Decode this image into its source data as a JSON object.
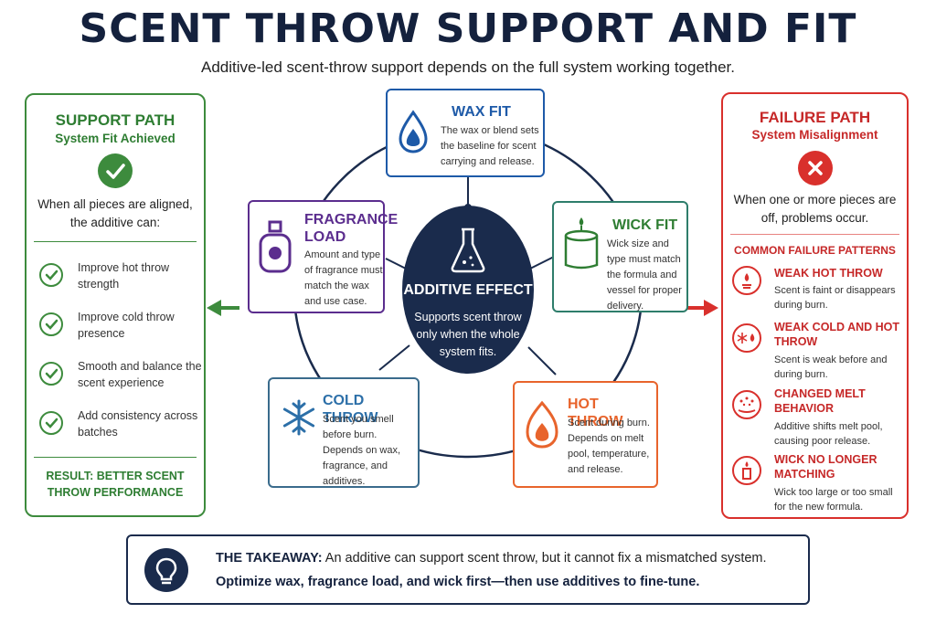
{
  "title": "SCENT THROW SUPPORT AND FIT",
  "subtitle": "Additive-led scent-throw support depends on the full system working together.",
  "colors": {
    "navy": "#1a2b4c",
    "green": "#3d8b3d",
    "red": "#d9302c",
    "blue": "#1e5aa8",
    "purple": "#5b2d8e",
    "teal": "#2e7d6b",
    "orange": "#e8642c"
  },
  "support": {
    "title": "SUPPORT PATH",
    "subtitle": "System Fit Achieved",
    "icon": "check-circle-icon",
    "intro": "When all pieces are aligned, the additive can:",
    "items": [
      "Improve hot throw strength",
      "Improve cold throw presence",
      "Smooth and balance the scent experience",
      "Add consistency across batches"
    ],
    "result": "RESULT: BETTER SCENT THROW PERFORMANCE"
  },
  "failure": {
    "title": "FAILURE PATH",
    "subtitle": "System Misalignment",
    "icon": "x-circle-icon",
    "intro": "When one or more pieces are off, problems occur.",
    "patterns_title": "COMMON FAILURE PATTERNS",
    "patterns": [
      {
        "title": "WEAK HOT THROW",
        "text": "Scent is faint or disappears during burn.",
        "icon": "flame-candle-icon"
      },
      {
        "title": "WEAK COLD AND HOT THROW",
        "text": "Scent is weak before and during burn.",
        "icon": "snowflake-drop-icon"
      },
      {
        "title": "CHANGED MELT BEHAVIOR",
        "text": "Additive shifts melt pool, causing poor release.",
        "icon": "melt-pool-icon"
      },
      {
        "title": "WICK NO LONGER MATCHING",
        "text": "Wick too large or too small for the new formula.",
        "icon": "candle-wick-icon"
      }
    ]
  },
  "components": {
    "wax": {
      "title": "WAX FIT",
      "text": "The wax or blend sets the baseline for scent carrying and release.",
      "icon": "wax-drop-icon"
    },
    "fragrance": {
      "title": "FRAGRANCE LOAD",
      "text": "Amount and type of fragrance must match the wax and use case.",
      "icon": "perfume-bottle-icon"
    },
    "wick": {
      "title": "WICK FIT",
      "text": "Wick size and type must match the formula and vessel for proper delivery.",
      "icon": "candle-jar-icon"
    },
    "cold": {
      "title": "COLD THROW",
      "text": "Scent you smell before burn. Depends on wax, fragrance, and additives.",
      "icon": "snowflake-icon"
    },
    "hot": {
      "title": "HOT THROW",
      "text": "Scent during burn. Depends on melt pool, temperature, and release.",
      "icon": "flame-icon"
    }
  },
  "hub": {
    "title": "ADDITIVE EFFECT",
    "text": "Supports scent throw only when the whole system fits.",
    "icon": "flask-icon"
  },
  "takeaway": {
    "label": "THE TAKEAWAY:",
    "line1": "An additive can support scent throw, but it cannot fix a mismatched system.",
    "line2": "Optimize wax, fragrance load, and wick first—then use additives to fine-tune.",
    "icon": "lightbulb-icon"
  }
}
